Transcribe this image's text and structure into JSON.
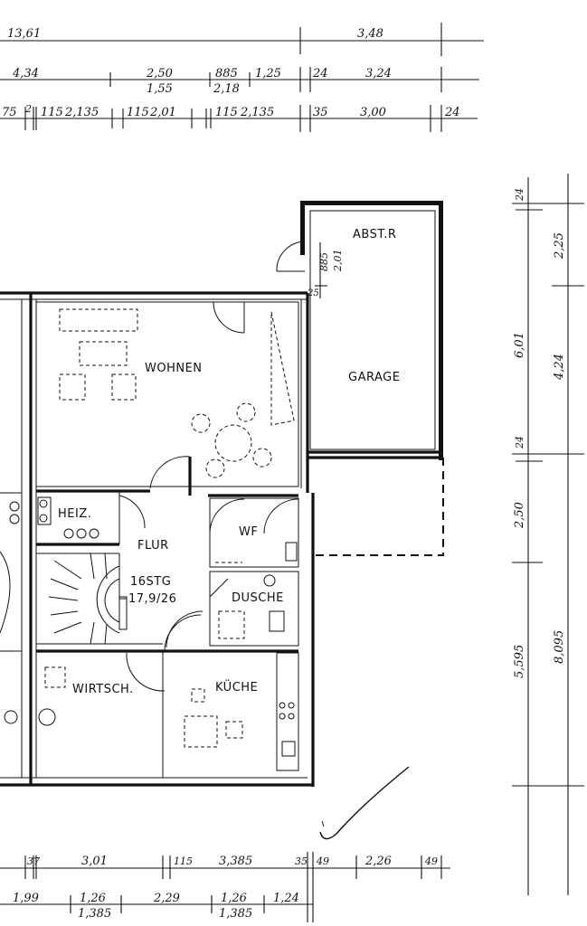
{
  "rooms": {
    "wohnen": "WOHNEN",
    "abstr": "ABST.R",
    "garage": "GARAGE",
    "heiz": "HEIZ.",
    "flur": "FLUR",
    "stairs_count": "16STG",
    "stairs_ratio": "17,9/26",
    "wf": "WF",
    "dusche": "DUSCHE",
    "wirtsch": "WIRTSCH.",
    "kueche": "KÜCHE"
  },
  "dims_top": {
    "row1": {
      "a": "13,61",
      "b": "3,48"
    },
    "row2": {
      "a": "4,34",
      "b": "2,50",
      "b_sub": "1,55",
      "c": "885",
      "c_sub": "2,18",
      "d": "1,25",
      "e": "24",
      "f": "3,24"
    },
    "row3": {
      "a": "75",
      "b": "2",
      "c": "115",
      "d": "2,135",
      "e": "115",
      "f": "2,01",
      "g": "115",
      "h": "2,135",
      "i": "35",
      "j": "3,00",
      "k": "24"
    }
  },
  "dims_garage": {
    "a": "885",
    "b": "2,01",
    "c": "25"
  },
  "dims_right": {
    "outer": {
      "a": "24",
      "b": "6,01",
      "c": "24",
      "d": "2,50",
      "e": "5,595"
    },
    "inner": {
      "a": "2,25",
      "b": "4,24",
      "c": "8,095"
    }
  },
  "dims_bottom": {
    "row1": {
      "a": "37",
      "b": "3,01",
      "c": "115",
      "d": "3,385",
      "e": "35",
      "f": "49",
      "g": "2,26",
      "h": "49"
    },
    "row2": {
      "a": "1,99",
      "b": "1,26",
      "b_sub": "1,385",
      "c": "2,29",
      "d": "1,26",
      "d_sub": "1,385",
      "e": "1,24"
    }
  }
}
